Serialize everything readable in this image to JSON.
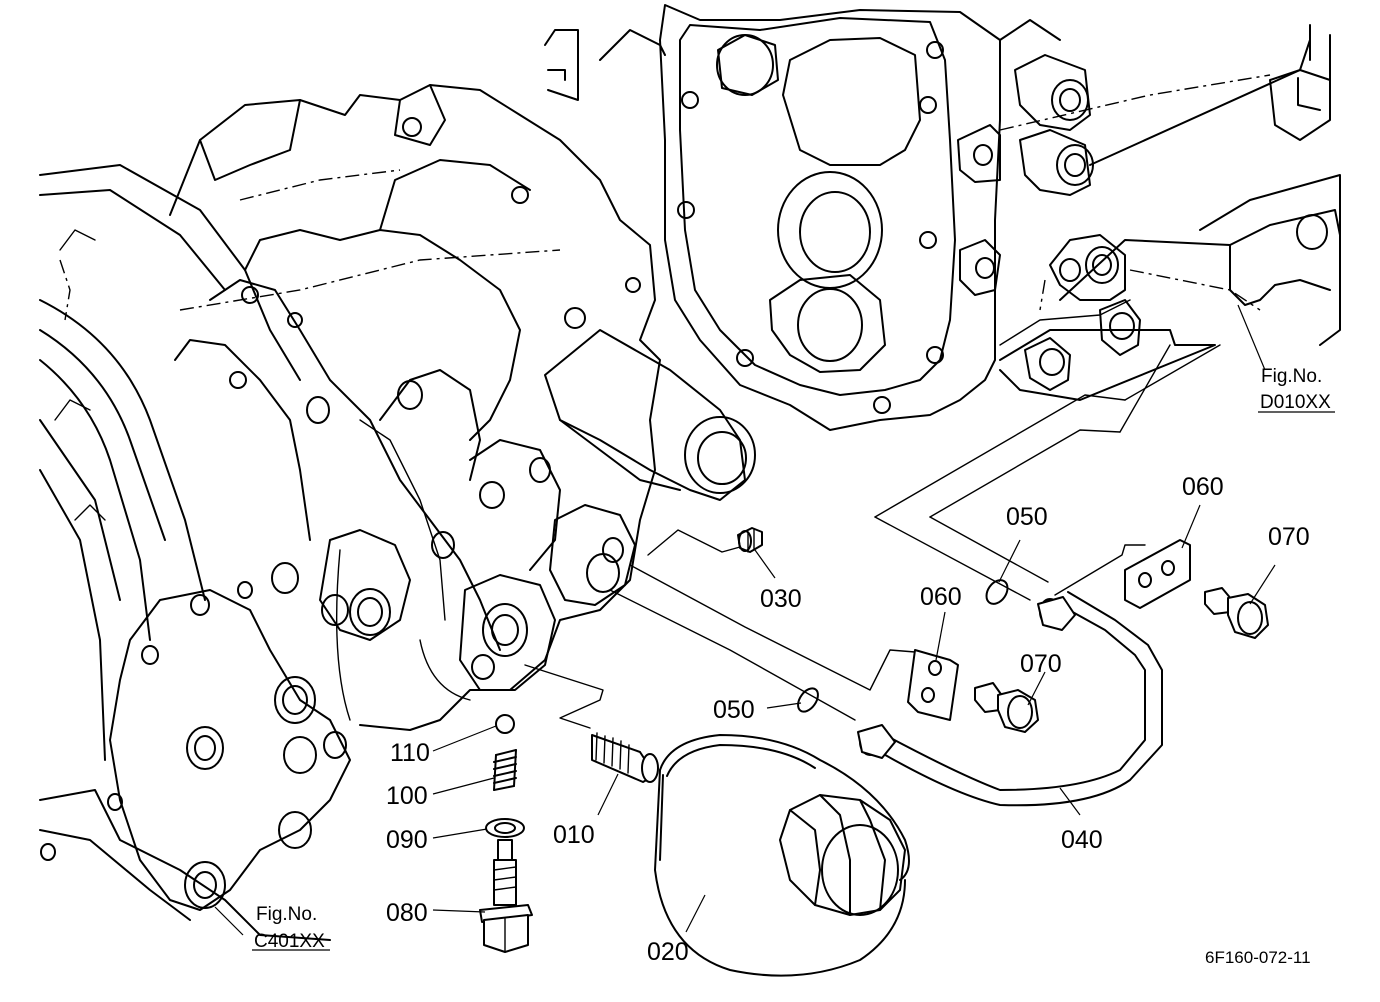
{
  "parts": [
    {
      "id": "p010",
      "label": "010"
    },
    {
      "id": "p020",
      "label": "020"
    },
    {
      "id": "p030",
      "label": "030"
    },
    {
      "id": "p040",
      "label": "040"
    },
    {
      "id": "p050a",
      "label": "050"
    },
    {
      "id": "p050b",
      "label": "050"
    },
    {
      "id": "p060a",
      "label": "060"
    },
    {
      "id": "p060b",
      "label": "060"
    },
    {
      "id": "p070a",
      "label": "070"
    },
    {
      "id": "p070b",
      "label": "070"
    },
    {
      "id": "p080",
      "label": "080"
    },
    {
      "id": "p090",
      "label": "090"
    },
    {
      "id": "p100",
      "label": "100"
    },
    {
      "id": "p110",
      "label": "110"
    }
  ],
  "refs": {
    "c401": {
      "line1": "Fig.No.",
      "line2": "C401XX"
    },
    "d010": {
      "line1": "Fig.No.",
      "line2": "D010XX"
    }
  },
  "drawing_code": "6F160-072-11",
  "colors": {
    "ink": "#000000",
    "paper": "#ffffff"
  }
}
